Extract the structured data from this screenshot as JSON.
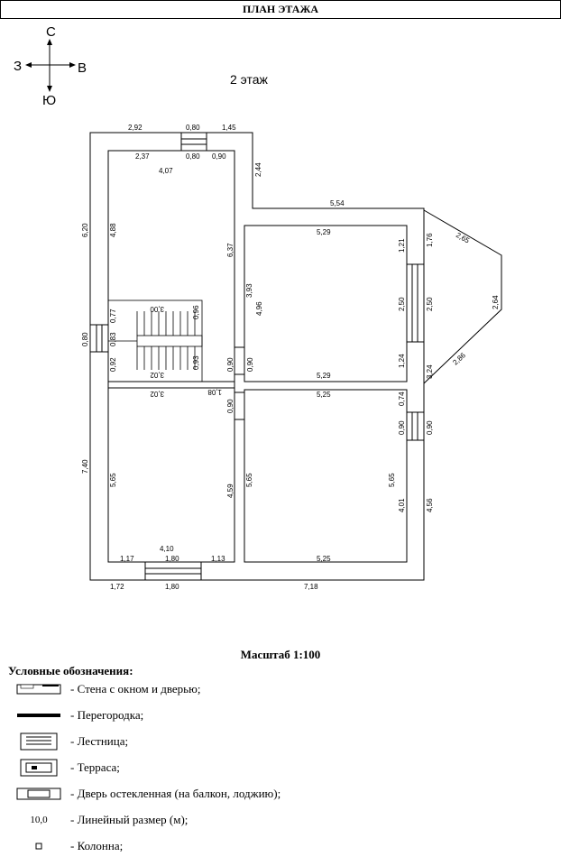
{
  "header": {
    "title": "ПЛАН ЭТАЖА"
  },
  "floor_label": "2 этаж",
  "compass": {
    "north": "С",
    "south": "Ю",
    "west": "З",
    "east": "В"
  },
  "dimensions": {
    "top_left": "2,92",
    "top_window": "0,80",
    "top_right": "1,45",
    "in_top_left": "2,37",
    "in_top_window": "0,80",
    "in_top_right": "0,90",
    "room_width_top": "4,07",
    "notch_depth": "2,44",
    "right_top": "5,54",
    "room_tr_width": "5,29",
    "room_tr_height_left": "3,93",
    "room_tr_height": "4,96",
    "room_tr_bottom": "5,29",
    "right_window_top": "1,21",
    "right_window": "2,50",
    "right_window_bottom": "1,24",
    "ext_right_top": "1,76",
    "ext_right_window": "2,50",
    "ext_right_bottom": "3,24",
    "bay_top": "2,65",
    "bay_side": "2,64",
    "bay_bottom": "2,86",
    "left_top_ext": "6,20",
    "left_top_int": "4,88",
    "left_window": "0,80",
    "left_bottom_ext": "7,40",
    "left_bottom_int": "5,65",
    "wall_center_top": "6,37",
    "door_center": "0,90",
    "stair_top": "3,00",
    "stair_bottom": "3,02",
    "stair_under": "3,02",
    "stair_left_1": "0,77",
    "stair_left_2": "0,83",
    "stair_left_3": "0,92",
    "stair_right_1": "0,96",
    "stair_right_2": "0,93",
    "stair_door": "1,08",
    "door_lower": "0,90",
    "room_bl_height": "4,59",
    "room_br_height_left": "5,65",
    "room_br_width_top": "5,25",
    "room_br_window_top": "0,74",
    "room_br_window": "0,90",
    "room_br_height": "5,65",
    "room_br_window_bottom": "4,01",
    "ext_right_lower": "4,56",
    "ext_right_lower_window": "0,90",
    "room_bl_width": "4,10",
    "in_bottom_left": "1,17",
    "in_bottom_window": "1,80",
    "in_bottom_right": "1,13",
    "room_br_bottom": "5,25",
    "bottom_left": "1,72",
    "bottom_window": "1,80",
    "bottom_right": "7,18"
  },
  "scale": "Масштаб 1:100",
  "legend": {
    "title": "Условные обозначения:",
    "items": [
      {
        "label": "- Стена с окном и дверью;"
      },
      {
        "label": "- Перегородка;"
      },
      {
        "label": "- Лестница;"
      },
      {
        "label": "- Терраса;"
      },
      {
        "label": "- Дверь остекленная (на балкон, лоджию);"
      },
      {
        "label": "- Линейный размер (м);",
        "sample": "10,0"
      },
      {
        "label": "- Колонна;"
      }
    ]
  }
}
